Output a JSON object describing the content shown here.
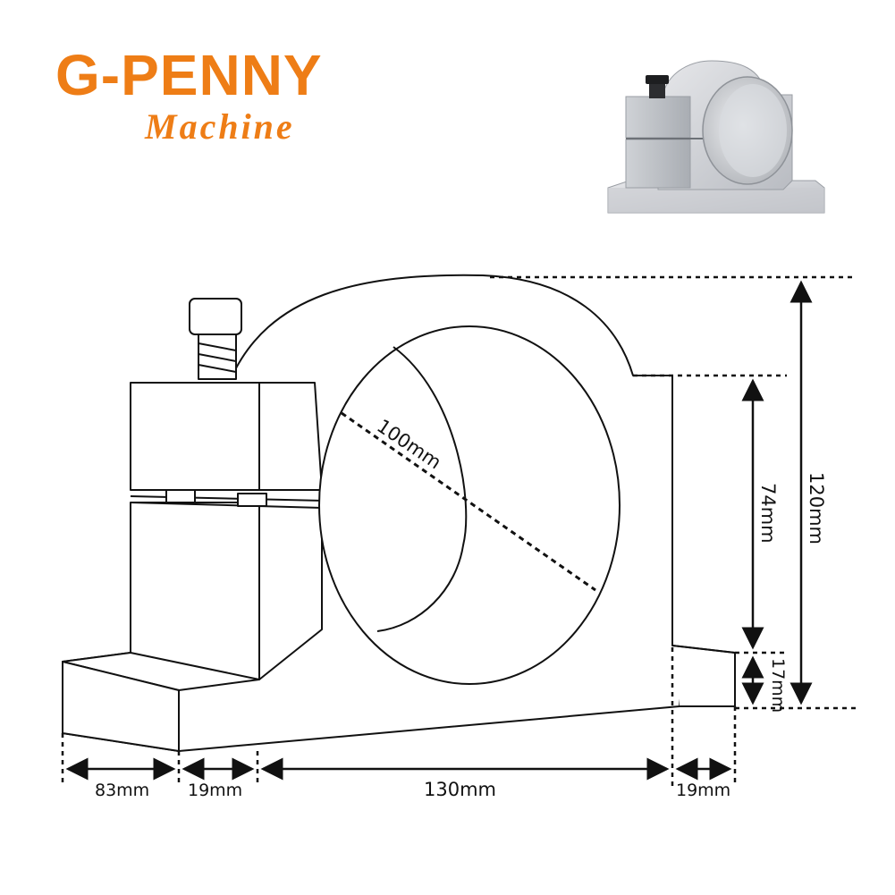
{
  "brand": {
    "name": "G-PENNY",
    "tagline": "Machine",
    "color": "#ee7d16"
  },
  "product_photo": {
    "icon": "spindle-mount-bracket-photo"
  },
  "dimensions": {
    "bore_diameter": "100mm",
    "total_height": "120mm",
    "lower_height": "74mm",
    "foot_height": "17mm",
    "foot_left_width": "83mm",
    "left_gap": "19mm",
    "base_width": "130mm",
    "right_gap": "19mm"
  }
}
